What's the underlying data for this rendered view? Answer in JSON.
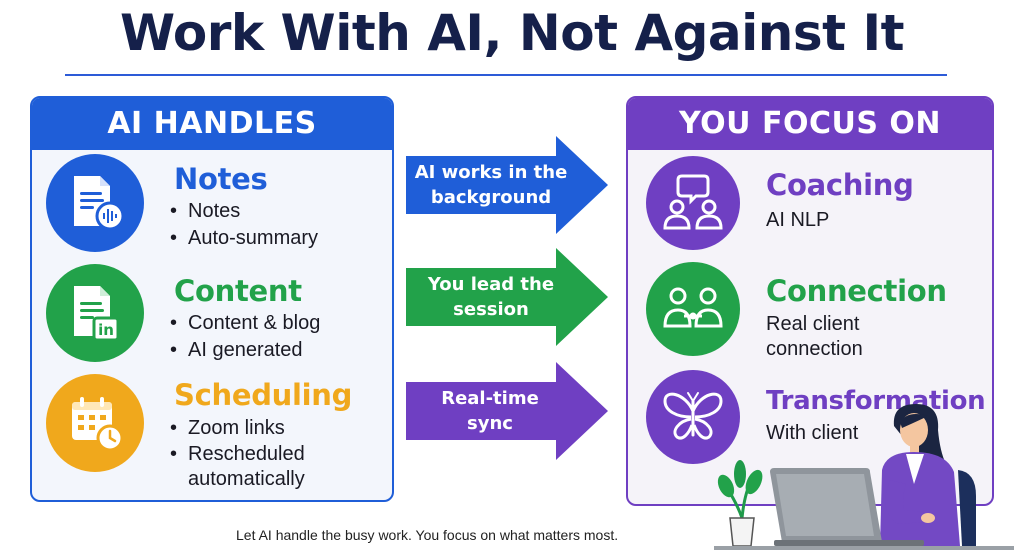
{
  "title": "Work With AI, Not Against It",
  "left_panel": {
    "heading": "AI HANDLES",
    "items": [
      {
        "name": "Notes",
        "bullets": [
          "Notes",
          "Auto-summary"
        ]
      },
      {
        "name": "Content",
        "bullets": [
          "Content & blog",
          "AI generated"
        ]
      },
      {
        "name": "Scheduling",
        "bullets": [
          "Zoom links",
          "Rescheduled automatically"
        ]
      }
    ]
  },
  "arrows": [
    "AI works in the background",
    "You lead the session",
    "Real-time sync"
  ],
  "right_panel": {
    "heading": "YOU FOCUS ON",
    "items": [
      {
        "name": "Coaching",
        "subtitle": "AI NLP"
      },
      {
        "name": "Connection",
        "subtitle": "Real client connection"
      },
      {
        "name": "Transformation",
        "subtitle": "With client"
      }
    ]
  },
  "footer": "Let AI handle the busy work. You focus on what matters most.",
  "colors": {
    "blue": "#1f5ed8",
    "green": "#22a24a",
    "orange": "#f0a81c",
    "purple": "#6f3fc2",
    "navy": "#15204a"
  }
}
